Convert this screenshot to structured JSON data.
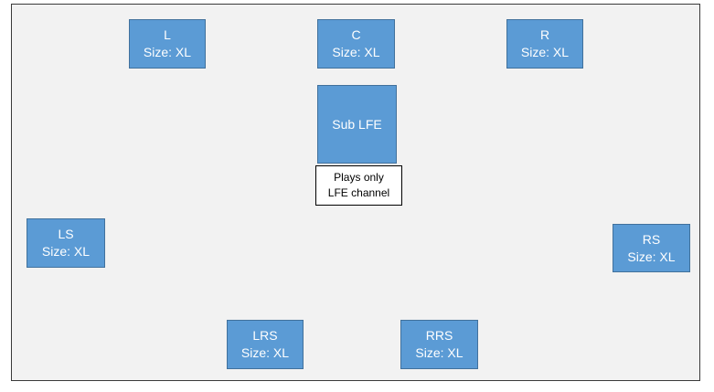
{
  "speakers": {
    "l": {
      "name": "L",
      "size": "Size: XL"
    },
    "c": {
      "name": "C",
      "size": "Size: XL"
    },
    "r": {
      "name": "R",
      "size": "Size: XL"
    },
    "sub": {
      "name": "Sub LFE"
    },
    "ls": {
      "name": "LS",
      "size": "Size: XL"
    },
    "rs": {
      "name": "RS",
      "size": "Size: XL"
    },
    "lrs": {
      "name": "LRS",
      "size": "Size: XL"
    },
    "rrs": {
      "name": "RRS",
      "size": "Size: XL"
    }
  },
  "sub_note": {
    "line1": "Plays only",
    "line2": "LFE channel"
  },
  "colors": {
    "speaker_fill": "#5b9bd5",
    "speaker_border": "#41719c",
    "canvas_bg": "#f2f2f2"
  }
}
